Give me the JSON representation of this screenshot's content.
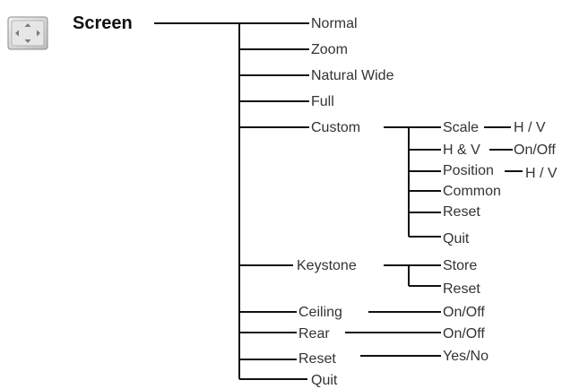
{
  "title": "Screen",
  "icon": "screen-adjust-icon",
  "menu": {
    "normal": "Normal",
    "zoom": "Zoom",
    "natural_wide": "Natural Wide",
    "full": "Full",
    "custom": {
      "label": "Custom",
      "scale": "Scale",
      "scale_value": "H / V",
      "hv": "H & V",
      "hv_value": "On/Off",
      "position": "Position",
      "position_value": "H / V",
      "common": "Common",
      "reset": "Reset",
      "quit": "Quit"
    },
    "keystone": {
      "label": "Keystone",
      "store": "Store",
      "reset": "Reset"
    },
    "ceiling": {
      "label": "Ceiling",
      "value": "On/Off"
    },
    "rear": {
      "label": "Rear",
      "value": "On/Off"
    },
    "reset": {
      "label": "Reset",
      "value": "Yes/No"
    },
    "quit": "Quit"
  }
}
